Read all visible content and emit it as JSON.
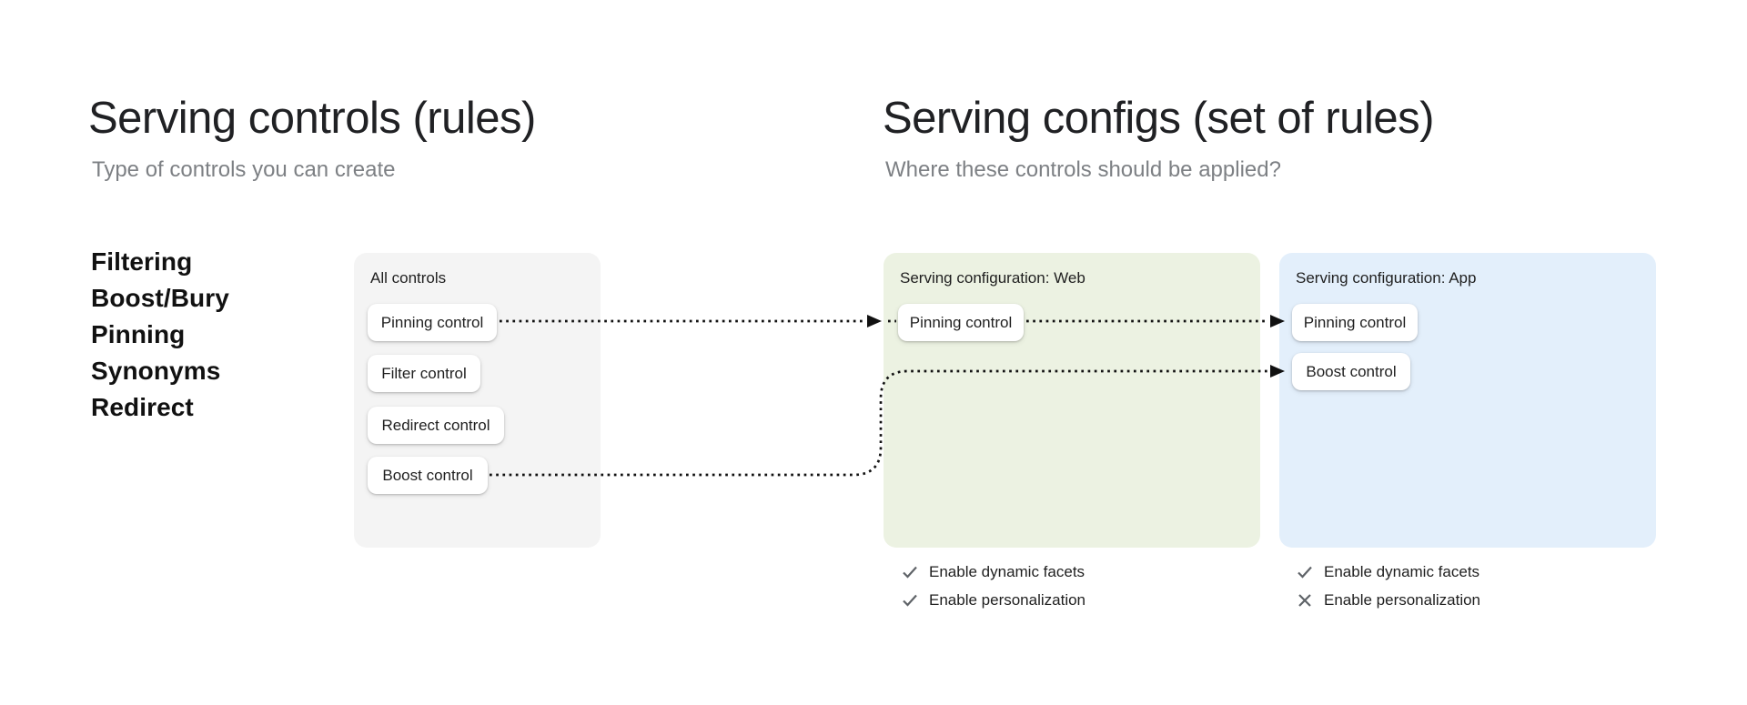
{
  "left_section": {
    "title": "Serving controls (rules)",
    "subtitle": "Type of controls you can create",
    "control_types": [
      "Filtering",
      "Boost/Bury",
      "Pinning",
      "Synonyms",
      "Redirect"
    ]
  },
  "right_section": {
    "title": "Serving configs (set of rules)",
    "subtitle": "Where these controls should be applied?"
  },
  "all_controls_card": {
    "label": "All controls",
    "controls": [
      "Pinning control",
      "Filter control",
      "Redirect control",
      "Boost control"
    ]
  },
  "web_config_card": {
    "label": "Serving configuration: Web",
    "controls": [
      "Pinning control"
    ],
    "features": [
      {
        "icon": "check",
        "label": "Enable dynamic facets"
      },
      {
        "icon": "check",
        "label": "Enable personalization"
      }
    ]
  },
  "app_config_card": {
    "label": "Serving configuration: App",
    "controls": [
      "Pinning control",
      "Boost control"
    ],
    "features": [
      {
        "icon": "check",
        "label": "Enable dynamic facets"
      },
      {
        "icon": "cross",
        "label": "Enable personalization"
      }
    ]
  },
  "icons": {
    "check": "check-icon",
    "cross": "cross-icon"
  },
  "colors": {
    "all_controls_card_bg": "#f4f4f4",
    "web_card_bg": "#ecf2e2",
    "app_card_bg": "#e3effb",
    "chip_bg": "#ffffff",
    "text_primary": "#1f1f1f",
    "text_secondary": "#7d8084",
    "icon_color": "#5f6368",
    "connector_color": "#111111"
  }
}
